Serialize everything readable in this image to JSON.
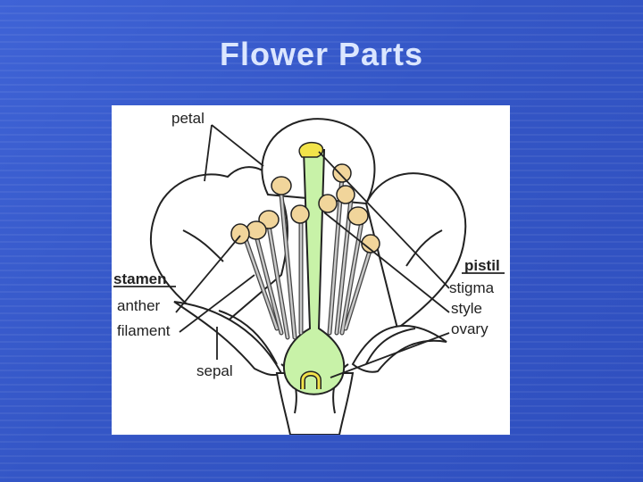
{
  "title": "Flower Parts",
  "labels": {
    "petal": "petal",
    "stamen": "stamen",
    "anther": "anther",
    "filament": "filament",
    "sepal": "sepal",
    "pistil": "pistil",
    "stigma": "stigma",
    "style": "style",
    "ovary": "ovary"
  },
  "colors": {
    "pistil_fill": "#c8f2a8",
    "stigma_fill": "#f2e34a",
    "anther_fill": "#f1d59b",
    "filament_fill": "#c9c9c9",
    "outline": "#222222"
  }
}
